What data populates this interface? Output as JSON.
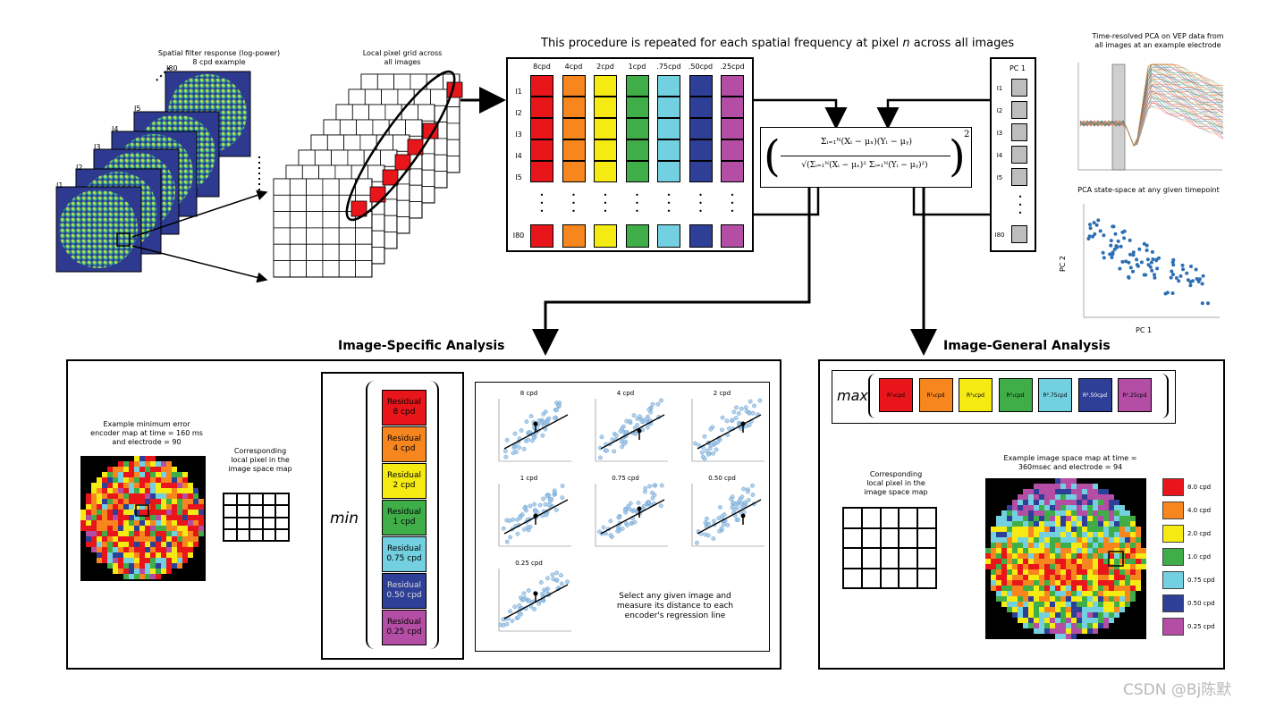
{
  "top_caption": {
    "prefix": "This procedure is repeated for each spatial frequency at pixel ",
    "n": "n",
    "suffix": " across all images"
  },
  "spatial_filter": {
    "title": "Spatial filter response (log-power)\n8 cpd example",
    "labels": [
      "I80",
      "I5",
      "I4",
      "I3",
      "I2",
      "I1"
    ]
  },
  "local_grid": {
    "title": "Local pixel grid across\nall images"
  },
  "freq_matrix": {
    "columns": [
      "8cpd",
      "4cpd",
      "2cpd",
      "1cpd",
      ".75cpd",
      ".50cpd",
      ".25cpd"
    ],
    "colors": [
      "#e8161a",
      "#f7861f",
      "#f5eb13",
      "#3fae49",
      "#73d0e1",
      "#2e3f98",
      "#b44ea5"
    ],
    "rows": [
      "I1",
      "I2",
      "I3",
      "I4",
      "I5",
      "I80"
    ],
    "dots": "•\n•\n•"
  },
  "pc_column": {
    "header": "PC 1",
    "rows": [
      "I1",
      "I2",
      "I3",
      "I4",
      "I5",
      "I80"
    ]
  },
  "formula": {
    "numerator": "Σᵢ₌₁ᴺ(Xᵢ − μₓ)(Yᵢ − μᵧ)",
    "denominator": "√(Σᵢ₌₁ᴺ(Xᵢ − μₓ)² Σᵢ₌₁ᴺ(Yᵢ − μᵧ)²)",
    "exponent": "2"
  },
  "time_pca": {
    "title": "Time-resolved PCA on VEP data from\nall images at an example electrode"
  },
  "state_space": {
    "title": "PCA state-space at any given timepoint",
    "xlabel": "PC 1",
    "ylabel": "PC 2"
  },
  "image_specific": {
    "title": "Image-Specific Analysis",
    "map_caption": "Example minimum error\nencoder map at time = 160 ms\nand electrode = 90",
    "local_caption": "Corresponding\nlocal pixel in the\nimage space map",
    "min_label": "min",
    "residuals": [
      "Residual\n8 cpd",
      "Residual\n4 cpd",
      "Residual\n2 cpd",
      "Residual\n1 cpd",
      "Residual\n0.75 cpd",
      "Residual\n0.50 cpd",
      "Residual\n0.25 cpd"
    ],
    "residual_colors": [
      "#e8161a",
      "#f7861f",
      "#f5eb13",
      "#3fae49",
      "#73d0e1",
      "#2e3f98",
      "#b44ea5"
    ],
    "scatter_titles": [
      "8 cpd",
      "4 cpd",
      "2 cpd",
      "1 cpd",
      "0.75 cpd",
      "0.50 cpd",
      "0.25 cpd"
    ],
    "select_text": "Select any given image and\nmeasure its distance to each\nencoder's regression line"
  },
  "image_general": {
    "title": "Image-General Analysis",
    "max_label": "max",
    "r2_labels": [
      "R²₈cpd",
      "R²₄cpd",
      "R²₂cpd",
      "R²₁cpd",
      "R².75cpd",
      "R².50cpd",
      "R².25cpd"
    ],
    "local_caption": "Corresponding\nlocal pixel in the\nimage space map",
    "map_caption": "Example image space map at time =\n360msec and electrode = 94",
    "legend": [
      "8.0 cpd",
      "4.0 cpd",
      "2.0 cpd",
      "1.0 cpd",
      "0.75 cpd",
      "0.50 cpd",
      "0.25 cpd"
    ]
  },
  "watermark": "CSDN @Bj陈默"
}
